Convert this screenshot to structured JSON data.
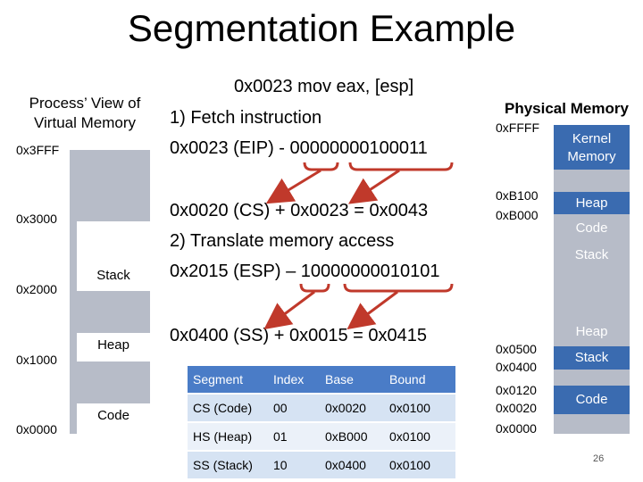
{
  "title": "Segmentation Example",
  "virtual": {
    "heading_line1": "Process’ View of",
    "heading_line2": "Virtual Memory",
    "addresses": [
      "0x3FFF",
      "0x3000",
      "0x2000",
      "0x1000",
      "0x0000"
    ],
    "segments": [
      "Stack",
      "Heap",
      "Code"
    ]
  },
  "middle": {
    "instruction": "0x0023 mov eax, [esp]",
    "step1": "1) Fetch instruction",
    "fetch_line": "0x0023 (EIP) - 00000000100011",
    "cs_calc": "0x0020 (CS) + 0x0023 = 0x0043",
    "step2": "2) Translate memory access",
    "esp_line": "0x2015 (ESP) – 10000000010101",
    "ss_calc": "0x0400 (SS) + 0x0015 = 0x0415"
  },
  "table": {
    "headers": [
      "Segment",
      "Index",
      "Base",
      "Bound"
    ],
    "rows": [
      [
        "CS (Code)",
        "00",
        "0x0020",
        "0x0100"
      ],
      [
        "HS (Heap)",
        "01",
        "0xB000",
        "0x0100"
      ],
      [
        "SS (Stack)",
        "10",
        "0x0400",
        "0x0100"
      ]
    ]
  },
  "physical": {
    "heading": "Physical Memory",
    "addr_top": "0xFFFF",
    "addr_b100": "0xB100",
    "addr_b000": "0xB000",
    "addr_0500": "0x0500",
    "addr_0400": "0x0400",
    "addr_0120": "0x0120",
    "addr_0020": "0x0020",
    "addr_0000": "0x0000",
    "kernel": "Kernel Memory",
    "heap_top": "Heap",
    "code_top": "Code",
    "stack_top": "Stack",
    "heap_bottom": "Heap",
    "stack_bottom": "Stack",
    "code_bottom": "Code"
  },
  "page_number": "26",
  "colors": {
    "bar": "#b7bcc8",
    "accent_blue": "#3a6bb0",
    "arrow_red": "#c0392b",
    "table_header": "#4a7cc7",
    "table_row_a": "#d6e3f3",
    "table_row_b": "#ebf1f9"
  }
}
